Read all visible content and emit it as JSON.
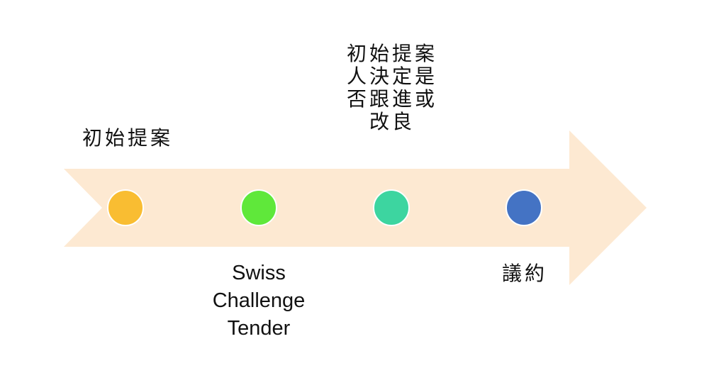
{
  "stages": [
    {
      "label": "初始提案",
      "color": "#F9BD32"
    },
    {
      "label": "Swiss\nChallenge\nTender",
      "color": "#5FE83A"
    },
    {
      "label": "初始提案\n人決定是\n否跟進或\n改良",
      "color": "#3DD5A0"
    },
    {
      "label": "議約",
      "color": "#4473C4"
    }
  ],
  "arrow_color": "#FDE9D2"
}
